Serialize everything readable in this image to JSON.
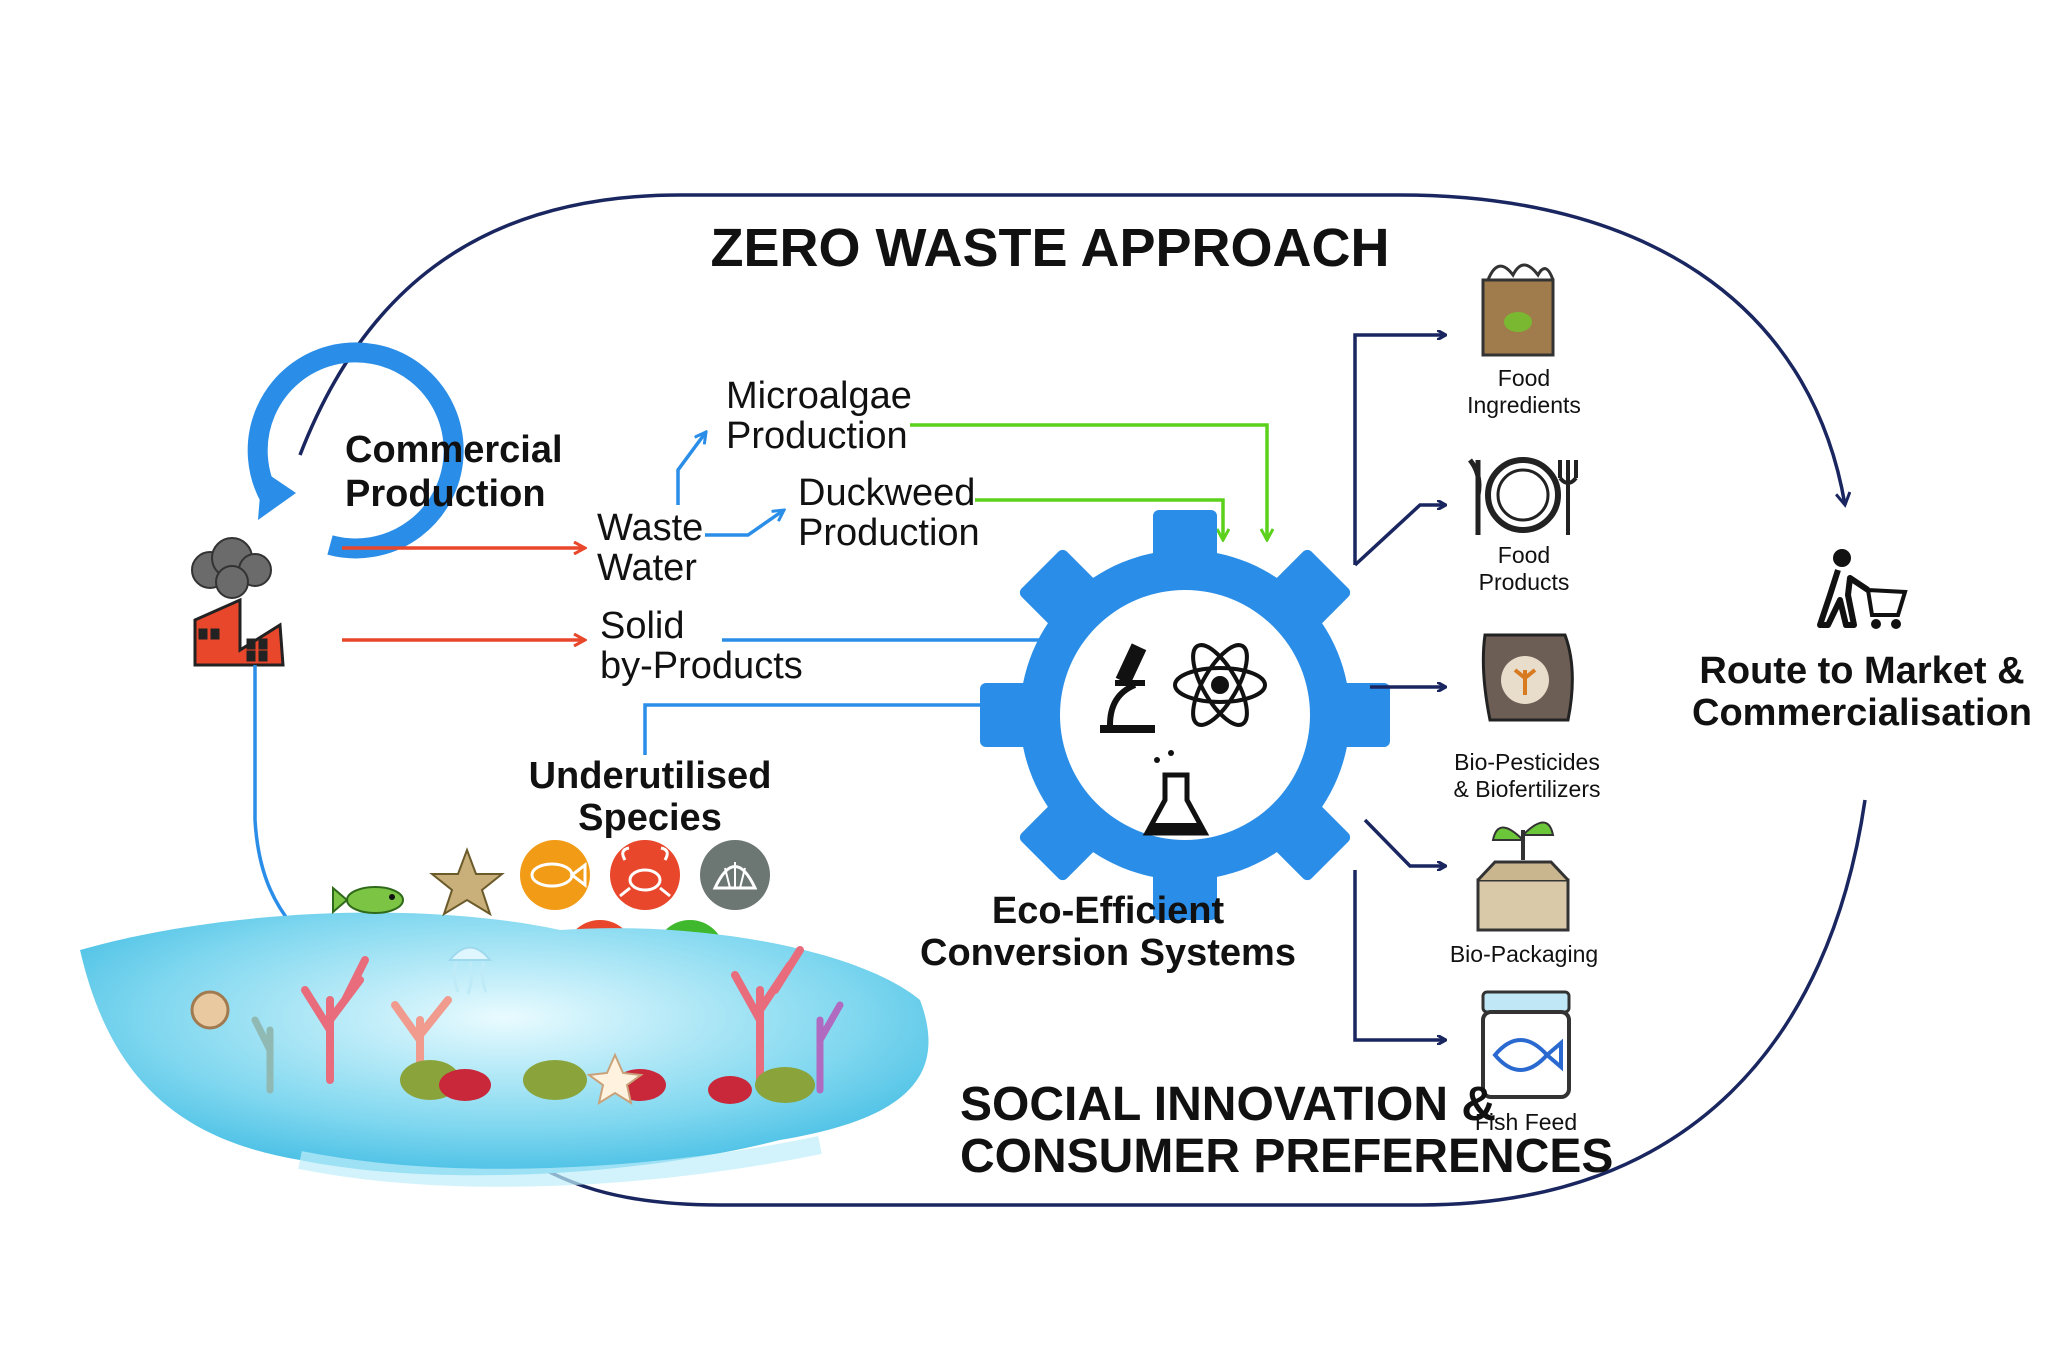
{
  "title": "ZERO WASTE APPROACH",
  "nodes": {
    "commercial": [
      "Commercial",
      "Production"
    ],
    "waste_water": [
      "Waste",
      "Water"
    ],
    "microalgae": [
      "Microalgae",
      "Production"
    ],
    "duckweed": [
      "Duckweed",
      "Production"
    ],
    "solid": [
      "Solid",
      "by-Products"
    ],
    "species": [
      "Underutilised",
      "Species"
    ],
    "conversion": [
      "Eco-Efficient",
      "Conversion Systems"
    ],
    "market": [
      "Route to Market &",
      "Commercialisation"
    ],
    "social": [
      "SOCIAL INNOVATION &",
      "CONSUMER PREFERENCES"
    ]
  },
  "outputs": [
    {
      "icon": "food-ingredients-bag-icon",
      "lines": [
        "Food",
        "Ingredients"
      ]
    },
    {
      "icon": "plate-cutlery-icon",
      "lines": [
        "Food",
        "Products"
      ]
    },
    {
      "icon": "fertilizer-sack-icon",
      "lines": [
        "Bio-Pesticides",
        "& Biofertilizers"
      ]
    },
    {
      "icon": "sprout-box-icon",
      "lines": [
        "Bio-Packaging"
      ]
    },
    {
      "icon": "fish-jar-icon",
      "lines": [
        "Fish Feed"
      ]
    }
  ],
  "colors": {
    "navy": "#1a2660",
    "orange_red": "#e8472b",
    "blue": "#2a8ee8",
    "green": "#5cd11c",
    "gear_blue": "#2a8ee8"
  }
}
